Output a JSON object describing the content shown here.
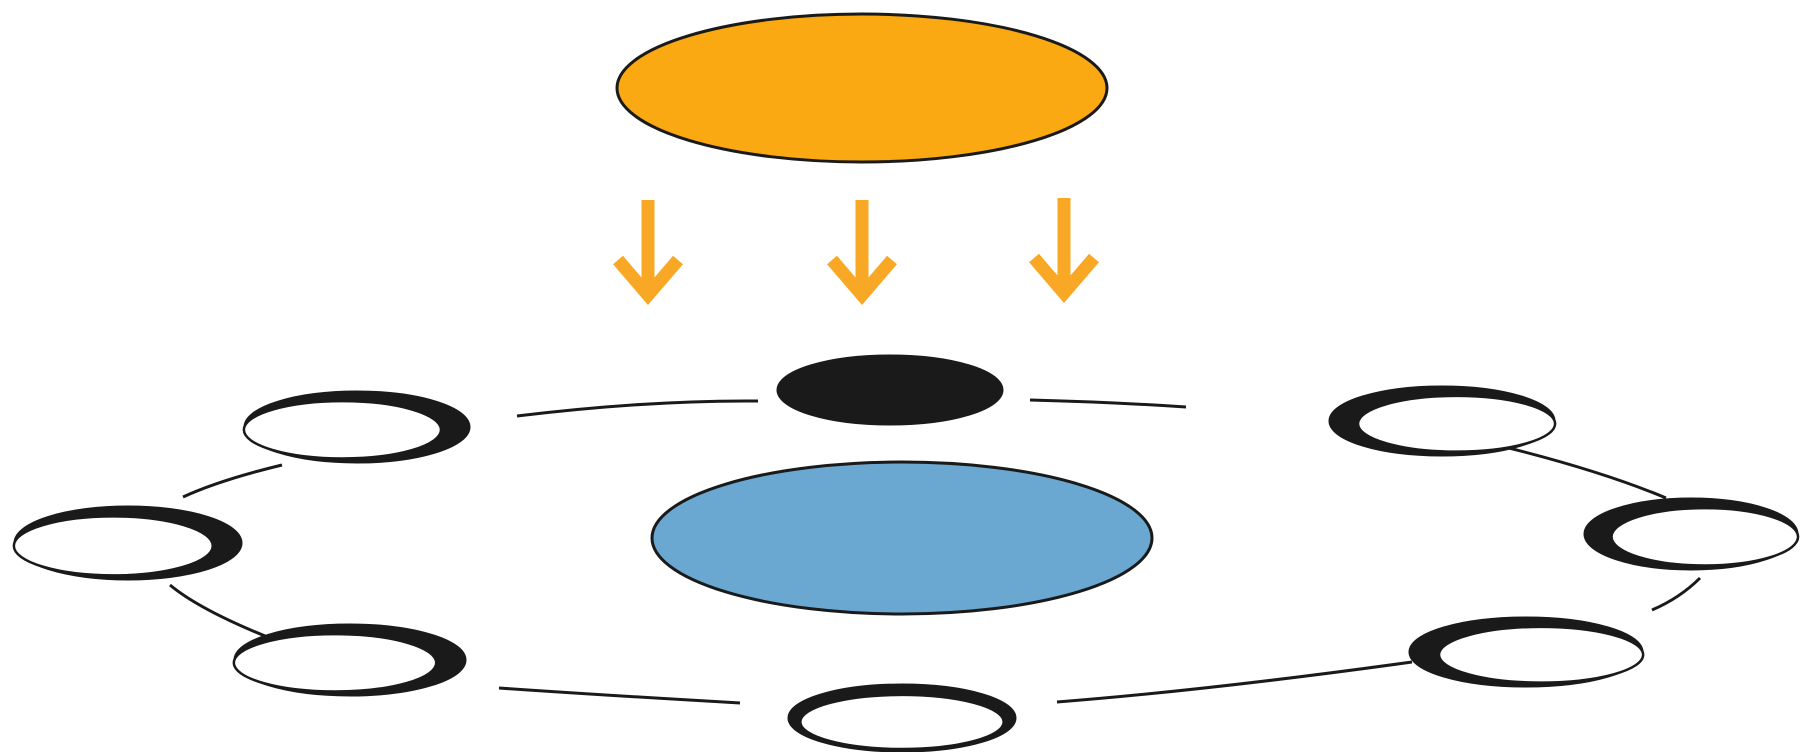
{
  "diagram": {
    "colors": {
      "sun": "#FBA912",
      "sunlight_arrows": "#F9A825",
      "earth": "#6AA8D2",
      "moon_lit": "#FFFFFF",
      "moon_shadow": "#1A1A1A",
      "outline": "#1A1A1A",
      "orbit": "#1A1A1A"
    },
    "sun": {
      "icon": "sun-disc"
    },
    "earth": {
      "icon": "earth-disc"
    },
    "sunlight_arrows": {
      "count": 3,
      "direction": "down",
      "icon": "down-arrow"
    },
    "moon_phases": [
      {
        "phase": "new-moon",
        "dark_side": "full"
      },
      {
        "phase": "waxing-crescent",
        "dark_side": "left"
      },
      {
        "phase": "first-quarter",
        "dark_side": "left"
      },
      {
        "phase": "waxing-gibbous",
        "dark_side": "left"
      },
      {
        "phase": "full-moon",
        "dark_side": "bottom"
      },
      {
        "phase": "waning-gibbous",
        "dark_side": "right"
      },
      {
        "phase": "last-quarter",
        "dark_side": "right"
      },
      {
        "phase": "waning-crescent",
        "dark_side": "right"
      }
    ]
  }
}
